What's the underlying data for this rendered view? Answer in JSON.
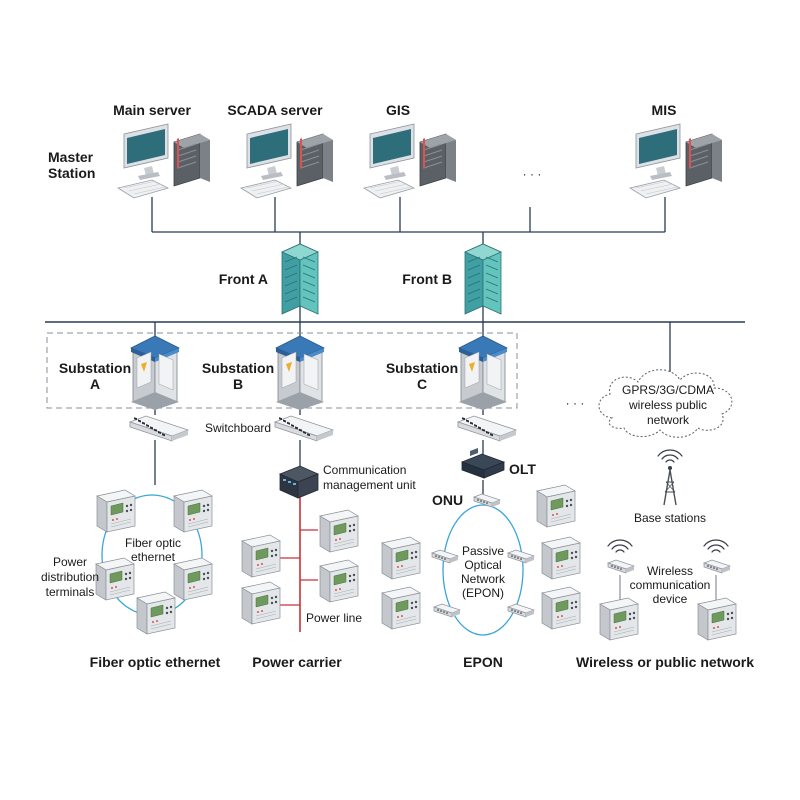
{
  "title_master": [
    "Master",
    "Station"
  ],
  "servers": [
    {
      "label": "Main server"
    },
    {
      "label": "SCADA server"
    },
    {
      "label": "GIS"
    },
    {
      "label": "MIS"
    }
  ],
  "ellipsis": "· · ·",
  "fronts": [
    {
      "label": "Front A"
    },
    {
      "label": "Front B"
    }
  ],
  "substations": [
    {
      "label1": "Substation",
      "label2": "A"
    },
    {
      "label1": "Substation",
      "label2": "B"
    },
    {
      "label1": "Substation",
      "label2": "C"
    }
  ],
  "cloud": {
    "line1": "GPRS/3G/CDMA",
    "line2": "wireless public",
    "line3": "network"
  },
  "switchboard_label": "Switchboard",
  "comm_unit": {
    "line1": "Communication",
    "line2": "management unit"
  },
  "olt_label": "OLT",
  "onu_label": "ONU",
  "fiber_ring": {
    "line1": "Fiber optic",
    "line2": "ethernet"
  },
  "pdt": {
    "line1": "Power",
    "line2": "distribution",
    "line3": "terminals"
  },
  "epon_ring": {
    "line1": "Passive",
    "line2": "Optical",
    "line3": "Network",
    "line4": "(EPON)"
  },
  "power_line_label": "Power line",
  "base_station_label": "Base stations",
  "wireless_dev": {
    "line1": "Wireless",
    "line2": "communication",
    "line3": "device"
  },
  "footer": {
    "fiber": "Fiber optic ethernet",
    "power": "Power carrier",
    "epon": "EPON",
    "wireless": "Wireless or public network"
  },
  "colors": {
    "line": "#2a3a55",
    "monitor_screen": "#2e6d7a",
    "rack": "#49b7b1",
    "cabinet_blue": "#3a79b8",
    "power_line": "#c8333a"
  }
}
